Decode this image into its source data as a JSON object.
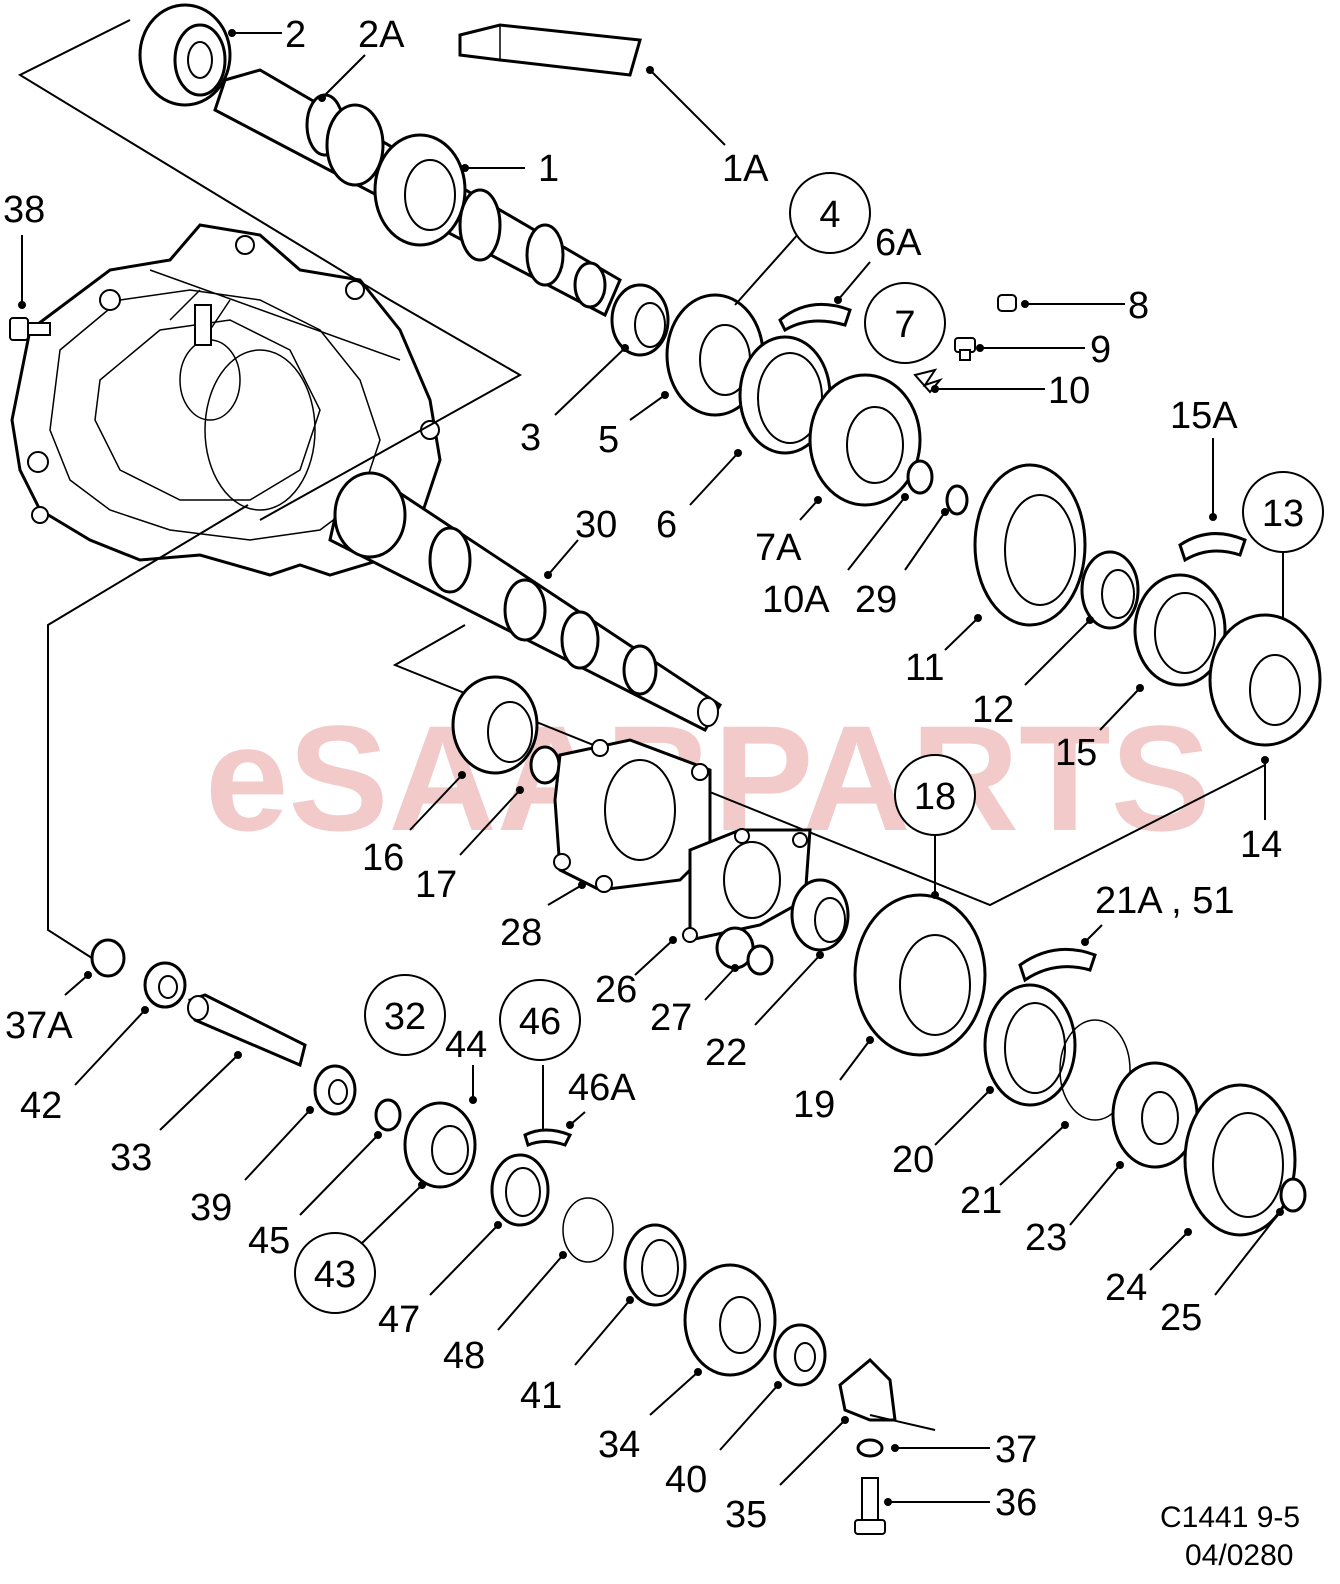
{
  "watermark": "eSAABPARTS",
  "drawing_code": "C1441 9-5",
  "drawing_date": "04/0280",
  "callouts": [
    "2",
    "2A",
    "1",
    "1A",
    "38",
    "4",
    "6A",
    "7",
    "8",
    "9",
    "10",
    "3",
    "5",
    "6",
    "7A",
    "10A",
    "29",
    "15A",
    "13",
    "30",
    "11",
    "12",
    "15",
    "16",
    "17",
    "28",
    "18",
    "14",
    "21A , 51",
    "26",
    "27",
    "22",
    "37A",
    "42",
    "33",
    "32",
    "44",
    "46",
    "46A",
    "19",
    "20",
    "21",
    "23",
    "39",
    "45",
    "43",
    "47",
    "48",
    "41",
    "34",
    "40",
    "35",
    "37",
    "36",
    "24",
    "25"
  ]
}
